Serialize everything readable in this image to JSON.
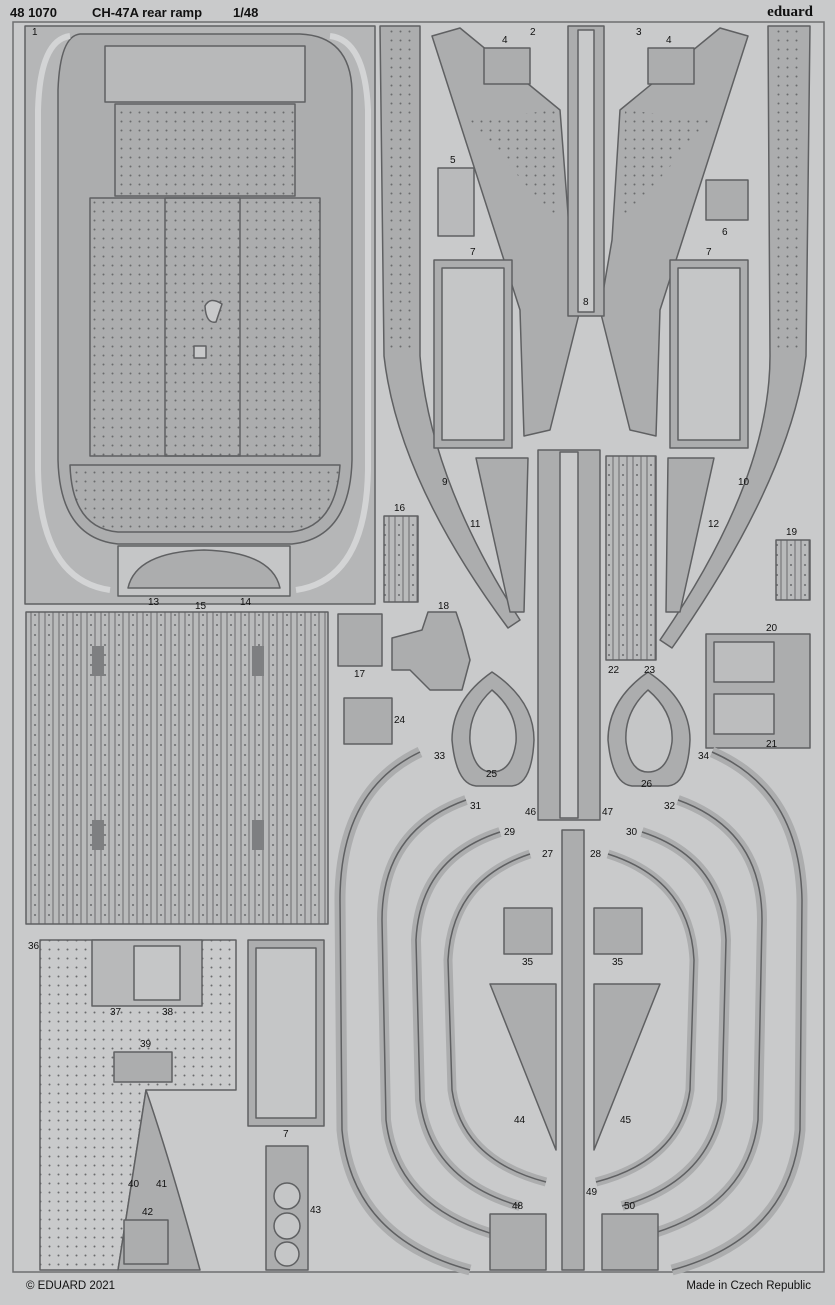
{
  "header": {
    "product_code": "48 1070",
    "title": "CH-47A rear ramp",
    "scale": "1/48",
    "brand": "eduard"
  },
  "footer": {
    "copyright": "© EDUARD 2021",
    "origin": "Made in Czech Republic"
  },
  "colors": {
    "fret": "#c9cacb",
    "part_fill": "#acadae",
    "outline": "#5f6062",
    "ink": "#111111"
  },
  "part_numbers": {
    "p1": "1",
    "p2": "2",
    "p3": "3",
    "p4a": "4",
    "p4b": "4",
    "p5": "5",
    "p6": "6",
    "p7a": "7",
    "p7b": "7",
    "p7c": "7",
    "p8": "8",
    "p9": "9",
    "p10": "10",
    "p11": "11",
    "p12": "12",
    "p13": "13",
    "p14": "14",
    "p15": "15",
    "p16": "16",
    "p17": "17",
    "p18": "18",
    "p19": "19",
    "p20": "20",
    "p21": "21",
    "p22": "22",
    "p23": "23",
    "p24": "24",
    "p25": "25",
    "p26": "26",
    "p27": "27",
    "p28": "28",
    "p29": "29",
    "p30": "30",
    "p31": "31",
    "p32": "32",
    "p33": "33",
    "p34": "34",
    "p35a": "35",
    "p35b": "35",
    "p36": "36",
    "p37": "37",
    "p38": "38",
    "p39": "39",
    "p40": "40",
    "p41": "41",
    "p42": "42",
    "p43": "43",
    "p44": "44",
    "p45": "45",
    "p46": "46",
    "p47": "47",
    "p48": "48",
    "p49": "49",
    "p50": "50"
  }
}
